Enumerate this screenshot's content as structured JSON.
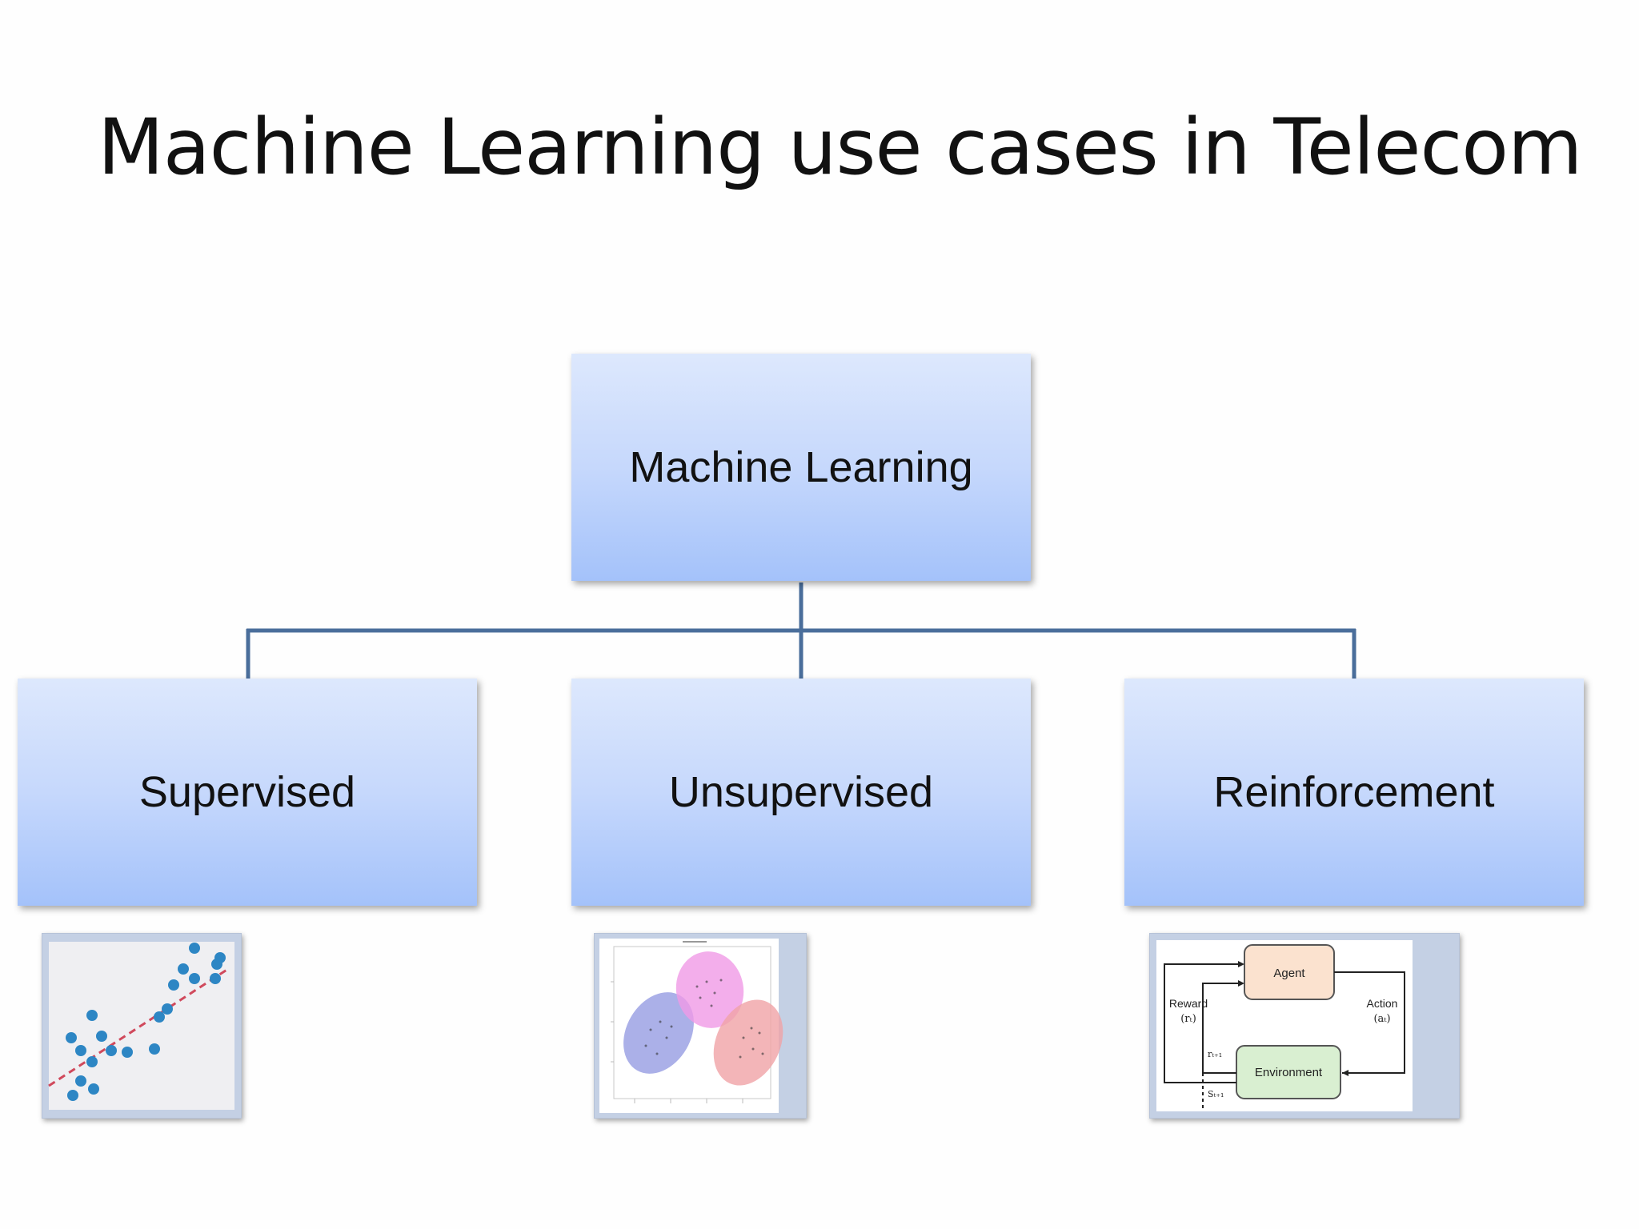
{
  "slide": {
    "title": "Machine Learning use cases in Telecom"
  },
  "tree": {
    "root": {
      "label": "Machine Learning"
    },
    "children": [
      {
        "label": "Supervised"
      },
      {
        "label": "Unsupervised"
      },
      {
        "label": "Reinforcement"
      }
    ]
  },
  "thumbnails": {
    "reinforcement": {
      "agent": "Agent",
      "environment": "Environment",
      "reward": "Reward",
      "reward_symbol": "(rₜ)",
      "action": "Action",
      "action_symbol": "(aₜ)",
      "next_reward": "rₜ₊₁",
      "next_state": "Sₜ₊₁"
    }
  },
  "colors": {
    "connector": "#4a6e9b",
    "node_top": "#dde8fd",
    "node_bottom": "#a4c2fa",
    "scatter_points": "#2d86c4",
    "trend_line": "#d0495c",
    "cluster_blue": "#8f96e0",
    "cluster_pink": "#f09ae6",
    "cluster_red": "#f0a2a6",
    "agent_box": "#fbe2cf",
    "environment_box": "#d9efd1"
  }
}
